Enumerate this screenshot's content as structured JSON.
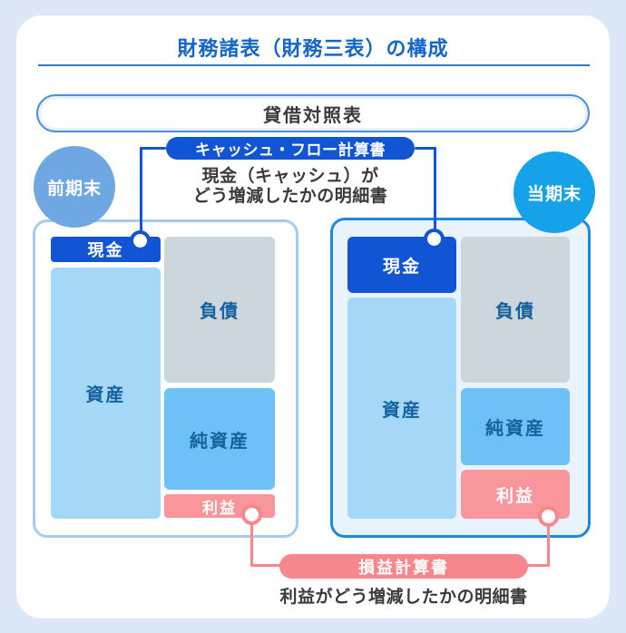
{
  "header": {
    "title": "財務諸表（財務三表）の構成"
  },
  "balance_sheet": {
    "label": "貸借対照表"
  },
  "periods": {
    "previous": "前期末",
    "current": "当期末"
  },
  "cash_flow": {
    "title": "キャッシュ・フロー計算書",
    "description_line1": "現金（キャッシュ）が",
    "description_line2": "どう増減したかの明細書"
  },
  "profit_loss": {
    "title": "損益計算書",
    "description": "利益がどう増減したかの明細書"
  },
  "boxes": {
    "cash": "現金",
    "assets": "資産",
    "liabilities": "負債",
    "net_assets": "純資産",
    "profit": "利益"
  },
  "colors": {
    "page_background": "#dce8f7",
    "card_background": "#ffffff",
    "title_blue": "#1465c8",
    "underline_blue": "#2e7ace",
    "pill_border_blue": "#4a8ed9",
    "strong_blue": "#1155d4",
    "bright_blue": "#16a2e9",
    "soft_blue": "#6fa7e2",
    "light_blue_box": "#a5d8f7",
    "mid_blue_box": "#6ec1f6",
    "gray_box": "#ccd6dd",
    "pink": "#f8868d",
    "pink_box": "#f9969c",
    "left_container_border": "#a6cbf0",
    "right_container_border": "#1e88dd",
    "right_container_bg": "#e9f3fc",
    "box_text_blue": "#15619f",
    "body_text": "#3a3a3a"
  }
}
